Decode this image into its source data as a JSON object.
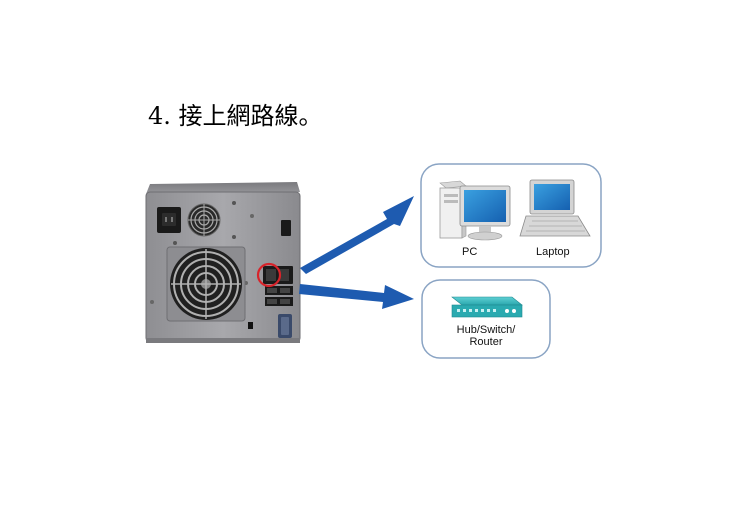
{
  "title": "4. 接上網路線。",
  "labels": {
    "pc": "PC",
    "laptop": "Laptop",
    "hub_line1": "Hub/Switch/",
    "hub_line2": "Router"
  },
  "colors": {
    "arrow": "#1e5bb0",
    "nas_body": "#9a9a9e",
    "box_border": "#8aa4c4",
    "highlight_ring": "#d8232a",
    "hub_teal": "#2aaab0"
  }
}
